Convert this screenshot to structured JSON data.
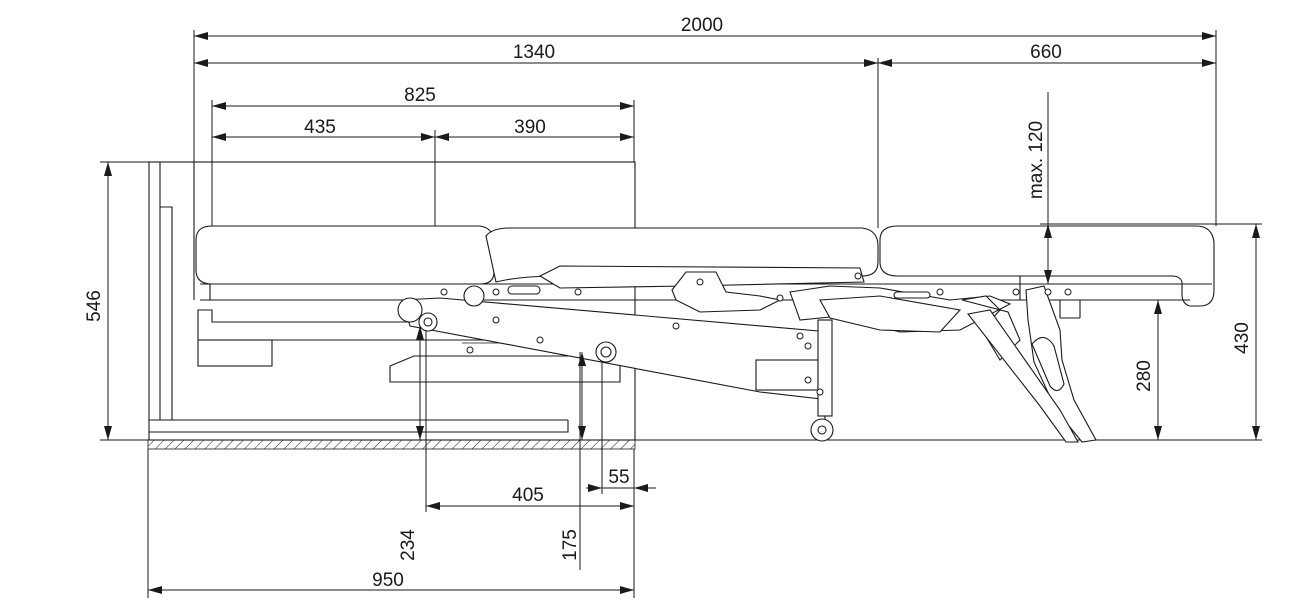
{
  "dimensions": {
    "total_length": "2000",
    "seat_section": "1340",
    "extension_section": "660",
    "seat_depth": "825",
    "seat_front_part": "435",
    "seat_back_part": "390",
    "max_height_gap": "max. 120",
    "overall_height": "546",
    "bed_height": "430",
    "leg_height": "280",
    "base_depth": "950",
    "roller_offset": "405",
    "front_offset": "55",
    "rear_support_height": "234",
    "front_support_height": "175"
  }
}
